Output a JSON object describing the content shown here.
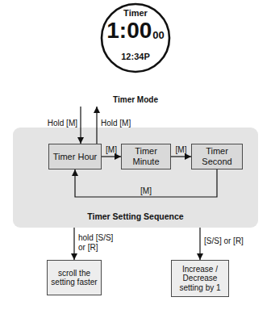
{
  "diagram": {
    "nodes": [
      {
        "text": [
          "Timer",
          "1:00",
          "00",
          "12:34P",
          "Timer Mode"
        ]
      },
      {
        "text": [
          "Timer Setting Sequence"
        ]
      },
      {
        "text": [
          "Timer Hour"
        ],
        "in": 1
      },
      {
        "text": [
          "Timer Minute"
        ],
        "in": 1
      },
      {
        "text": [
          "Timer Second"
        ],
        "in": 1
      },
      {
        "text": [
          "scroll the setting faster"
        ]
      },
      {
        "text": [
          "Increase / Decrease setting by 1"
        ]
      }
    ],
    "edges": [
      {
        "from": 0,
        "to": 2,
        "label": "Hold [M]",
        "arrow": "to"
      },
      {
        "from": 2,
        "to": 0,
        "label": "Hold [M]",
        "arrow": "to"
      },
      {
        "from": 2,
        "to": 3,
        "label": "[M]",
        "arrow": "to"
      },
      {
        "from": 3,
        "to": 4,
        "label": "[M]",
        "arrow": "to"
      },
      {
        "from": 4,
        "to": 2,
        "label": "[M]",
        "arrow": "to"
      },
      {
        "from": 1,
        "to": 5,
        "label": "hold [S/S] or [R]",
        "arrow": "to"
      },
      {
        "from": 1,
        "to": 6,
        "label": "[S/S] or [R]",
        "arrow": "to"
      }
    ]
  }
}
